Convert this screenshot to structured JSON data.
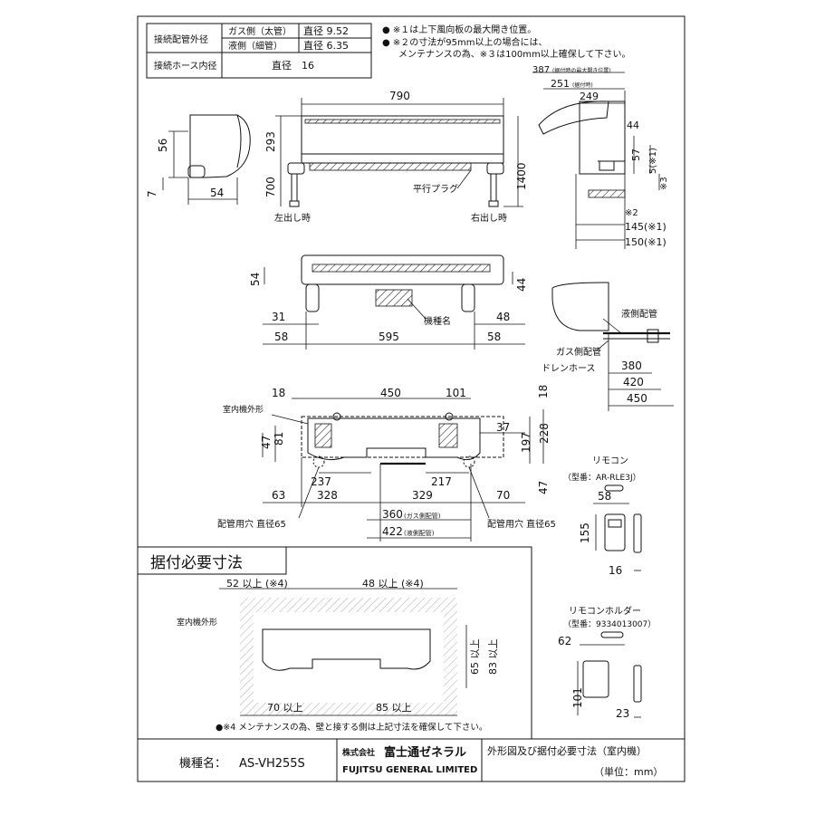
{
  "spec_table": {
    "row1_label": "接続配管外径",
    "gas_side": "ガス側（太管）",
    "gas_dia": "直径 9.52",
    "liquid_side": "液側（細管）",
    "liquid_dia": "直径 6.35",
    "row2_label": "接続ホース内径",
    "hose_dia": "直径　16"
  },
  "notes": {
    "note1": "● ※１は上下風向板の最大開き位置。",
    "note2a": "● ※２の寸法が95mm以上の場合には、",
    "note2b": "メンテナンスの為、※３は100mm以上確保して下さい。"
  },
  "side_view_left": {
    "d56": "56",
    "d7": "7",
    "d54": "54"
  },
  "front_view": {
    "d790": "790",
    "d293": "293",
    "d700": "700",
    "d1400": "1400",
    "plug_label": "平行プラグ",
    "left_exit": "左出し時",
    "right_exit": "右出し時"
  },
  "side_view_right": {
    "d387": "387",
    "d387_note": "(据付時の最大開き位置)",
    "d251": "251",
    "d251_note": "(据付時)",
    "d249": "249",
    "d44": "44",
    "d57": "57",
    "d5": "5(※1)",
    "d3": "※3",
    "d2": "※2",
    "d145": "145(※1)",
    "d150": "150(※1)"
  },
  "bottom_view": {
    "d54": "54",
    "d44": "44",
    "d31": "31",
    "d48": "48",
    "d58a": "58",
    "d595": "595",
    "d58b": "58",
    "model_plate": "機種名"
  },
  "pipe_view": {
    "liquid_pipe": "液側配管",
    "gas_pipe": "ガス側配管",
    "drain": "ドレンホース",
    "d380": "380",
    "d420": "420",
    "d450": "450"
  },
  "plate_view": {
    "d18a": "18",
    "d450": "450",
    "d101": "101",
    "d18b": "18",
    "outline": "室内機外形",
    "d37": "37",
    "d197": "197",
    "d228": "228",
    "d47a": "47",
    "d81": "81",
    "d47b": "47",
    "d237": "237",
    "d217": "217",
    "d63": "63",
    "d328": "328",
    "d329": "329",
    "d70": "70",
    "d360": "360",
    "d360_note": "(ガス側配管)",
    "d422": "422",
    "d422_note": "(液側配管)",
    "hole_left": "配管用穴 直径65",
    "hole_right": "配管用穴 直径65"
  },
  "remote": {
    "title": "リモコン",
    "model": "（型番：AR-RLE3J）",
    "d58": "58",
    "d155": "155",
    "d16": "16"
  },
  "holder": {
    "title": "リモコンホルダー",
    "model": "（型番：9334013007）",
    "d62": "62",
    "d101": "101",
    "d23": "23"
  },
  "install": {
    "title": "据付必要寸法",
    "top_left": "52 以上 (※4)",
    "top_right": "48 以上 (※4)",
    "outline": "室内機外形",
    "r65": "65 以上",
    "r83": "83 以上",
    "b70": "70 以上",
    "b85": "85 以上",
    "note": "●※4 メンテナンスの為、壁と接する側は上記寸法を確保して下さい。"
  },
  "title_block": {
    "model_label": "機種名：",
    "model": "AS-VH255S",
    "company_jp_prefix": "株式会社",
    "company_jp": "富士通ゼネラル",
    "company_en": "FUJITSU GENERAL LIMITED",
    "drawing_title": "外形図及び据付必要寸法（室内機）",
    "unit": "（単位：mm）"
  }
}
